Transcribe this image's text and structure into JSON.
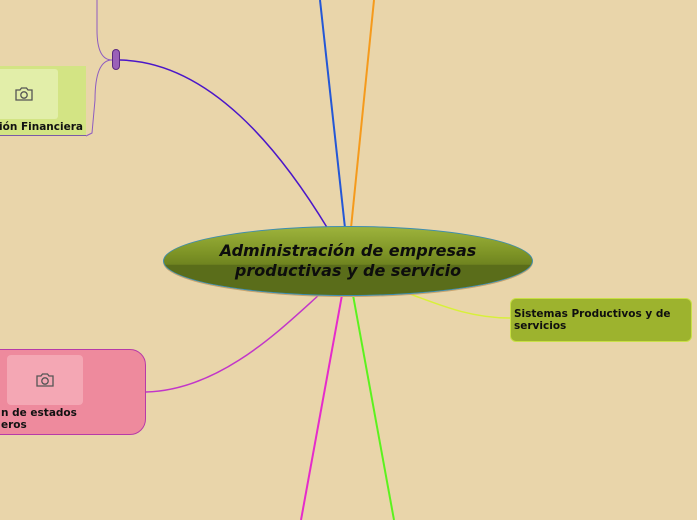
{
  "central": {
    "title": "Administración de empresas productivas y de servicio"
  },
  "topics": [
    {
      "label": "Sistemas Productivos y de servicios",
      "color": "#9db32e"
    },
    {
      "label": "ción Financiera",
      "color": "#d3e484",
      "image_icon": "camera-icon"
    },
    {
      "label": "n de estados\neros",
      "color": "#ee8a9d",
      "image_icon": "camera-icon"
    }
  ],
  "branch_colors": {
    "blue": "#2457d6",
    "orange": "#f59a1c",
    "purple": "#4b16c9",
    "yellow_green": "#d8f03a",
    "magenta": "#e52bcb",
    "green": "#5cf21e",
    "pink_purple": "#c236c9"
  }
}
